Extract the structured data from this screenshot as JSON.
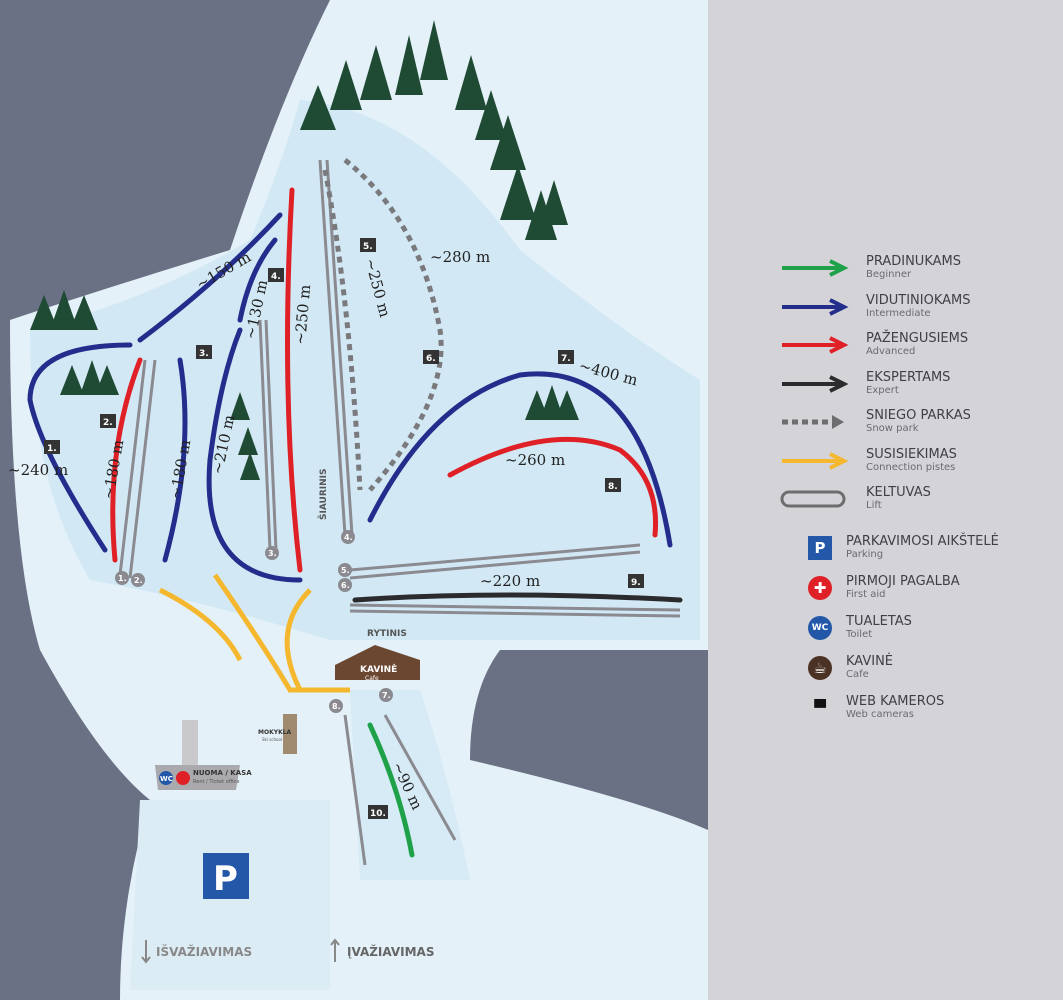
{
  "legend": [
    {
      "title": "PRADINUKAMS",
      "subtitle": "Beginner",
      "color": "#1fa14a",
      "type": "arrow"
    },
    {
      "title": "VIDUTINIOKAMS",
      "subtitle": "Intermediate",
      "color": "#232d8c",
      "type": "arrow"
    },
    {
      "title": "PAŽENGUSIEMS",
      "subtitle": "Advanced",
      "color": "#e02027",
      "type": "arrow"
    },
    {
      "title": "EKSPERTAMS",
      "subtitle": "Expert",
      "color": "#2b2b2e",
      "type": "arrow"
    },
    {
      "title": "SNIEGO PARKAS",
      "subtitle": "Snow park",
      "color": "#6d6d70",
      "type": "dotted"
    },
    {
      "title": "SUSISIEKIMAS",
      "subtitle": "Connection pistes",
      "color": "#f5b72e",
      "type": "arrow"
    },
    {
      "title": "KELTUVAS",
      "subtitle": "Lift",
      "color": "#6d6d70",
      "type": "lift"
    }
  ],
  "amenities": [
    {
      "title": "PARKAVIMOSI AIKŠTELĖ",
      "subtitle": "Parking",
      "icon": "P"
    },
    {
      "title": "PIRMOJI PAGALBA",
      "subtitle": "First aid",
      "icon": "+"
    },
    {
      "title": "TUALETAS",
      "subtitle": "Toilet",
      "icon": "WC"
    },
    {
      "title": "KAVINĖ",
      "subtitle": "Cafe",
      "icon": "cup"
    },
    {
      "title": "WEB KAMEROS",
      "subtitle": "Web cameras",
      "icon": "camera"
    }
  ],
  "pistes": [
    {
      "num": "1.",
      "length": "~240 m"
    },
    {
      "num": "2.",
      "length": "~180 m"
    },
    {
      "num": "3.",
      "length": "~180 m",
      "length2": "~210 m"
    },
    {
      "num": "4.",
      "length": "~130 m",
      "length2": "~150 m",
      "length3": "~250 m"
    },
    {
      "num": "5.",
      "length": "~250 m"
    },
    {
      "num": "6.",
      "length": "~280 m"
    },
    {
      "num": "7.",
      "length": "~400 m"
    },
    {
      "num": "8.",
      "length": "~260 m"
    },
    {
      "num": "9.",
      "length": "~220 m"
    },
    {
      "num": "10.",
      "length": "~90 m"
    }
  ],
  "lifts": [
    "1.",
    "2.",
    "3.",
    "4.",
    "5.",
    "6.",
    "7.",
    "8."
  ],
  "places": {
    "north": "ŠIAURINIS",
    "east": "RYTINIS",
    "cafe": "KAVINĖ",
    "cafe_sub": "Cafe",
    "rent": "NUOMA / KASA",
    "rent_sub": "Rent / Ticket office",
    "school": "MOKYKLA",
    "school_sub": "Ski school",
    "parking": "P",
    "exit": "IŠVAŽIAVIMAS",
    "entry": "ĮVAŽIAVIMAS",
    "wc": "WC"
  }
}
